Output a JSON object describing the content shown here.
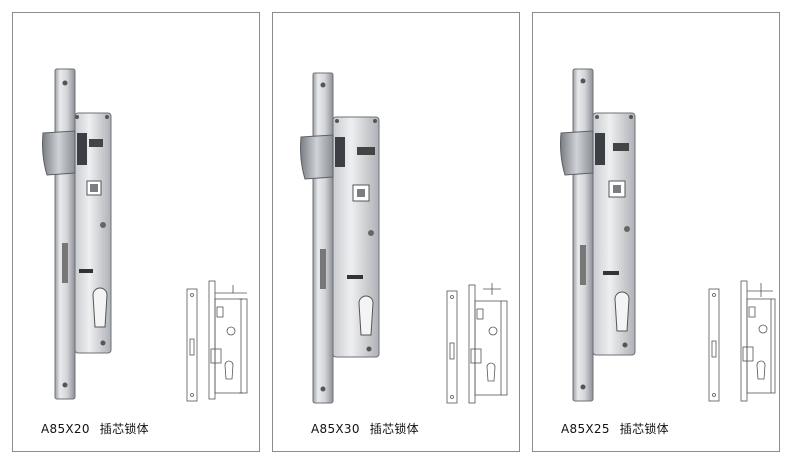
{
  "products": [
    {
      "model": "A85X20",
      "description": "插芯锁体"
    },
    {
      "model": "A85X30",
      "description": "插芯锁体"
    },
    {
      "model": "A85X25",
      "description": "插芯锁体"
    }
  ],
  "colors": {
    "steel_light": "#e6e7e9",
    "steel_mid": "#b9bcc1",
    "steel_dark": "#7e8288",
    "panel_border": "#8c8c8c",
    "drawing_line": "#555555"
  },
  "icons": [
    "mortise-lock-body-photo",
    "technical-drawing"
  ]
}
